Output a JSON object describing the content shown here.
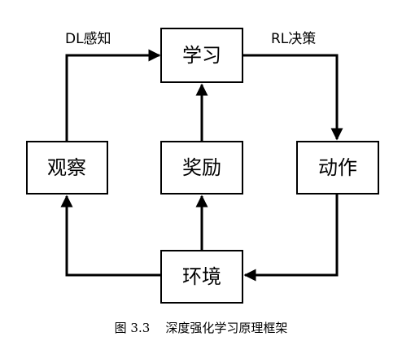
{
  "diagram": {
    "nodes": {
      "learn": "学习",
      "observe": "观察",
      "reward": "奖励",
      "action": "动作",
      "env": "环境"
    },
    "edges": {
      "dl_label": "DL感知",
      "rl_label": "RL决策"
    },
    "caption": "图 3.3    深度强化学习原理框架",
    "colors": {
      "stroke": "#000000",
      "background": "#ffffff"
    }
  }
}
